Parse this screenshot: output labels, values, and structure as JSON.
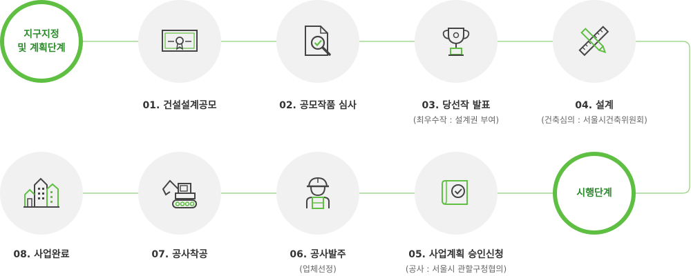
{
  "accent_color": "#5fbf43",
  "line_color": "#8fd27a",
  "phases": {
    "designation": "지구지정\n및 계획단계",
    "execution": "시행단계"
  },
  "steps": [
    {
      "label": "01. 건설설계공모",
      "sub": "",
      "icon": "certificate-icon"
    },
    {
      "label": "02. 공모작품 심사",
      "sub": "",
      "icon": "document-check-magnifier-icon"
    },
    {
      "label": "03. 당선작 발표",
      "sub": "(최우수작 : 설계권 부여)",
      "icon": "trophy-icon"
    },
    {
      "label": "04. 설계",
      "sub": "(건축심의 : 서울시건축위원회)",
      "icon": "ruler-pencil-icon"
    },
    {
      "label": "05. 사업계획 승인신청",
      "sub": "(공사 : 서울시 관할구청협의)",
      "icon": "blueprint-check-icon"
    },
    {
      "label": "06. 공사발주",
      "sub": "(업체선정)",
      "icon": "hardhat-worker-icon"
    },
    {
      "label": "07. 공사착공",
      "sub": "",
      "icon": "excavator-icon"
    },
    {
      "label": "08. 사업완료",
      "sub": "",
      "icon": "buildings-icon"
    }
  ]
}
